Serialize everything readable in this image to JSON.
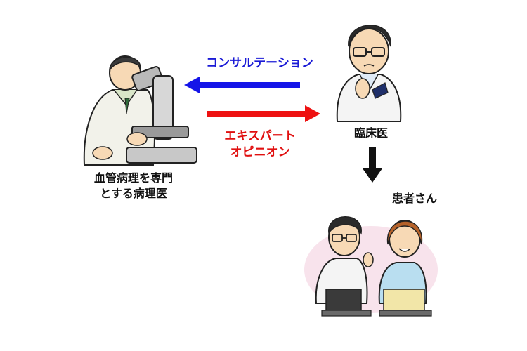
{
  "labels": {
    "consultation": "コンサルテーション",
    "expert_opinion_line1": "エキスパート",
    "expert_opinion_line2": "オピニオン",
    "clinician": "臨床医",
    "pathologist_line1": "血管病理を専門",
    "pathologist_line2": "とする病理医",
    "patient": "患者さん"
  },
  "colors": {
    "consultation_arrow": "#1515e8",
    "expert_arrow": "#ee1111",
    "down_arrow": "#111111",
    "consultation_text": "#1a1ad6",
    "expert_text": "#e01010"
  },
  "figures": {
    "pathologist": "pathologist-microscope-illustration",
    "clinician": "clinician-doctor-illustration",
    "consultation_scene": "doctor-patient-consultation-illustration"
  }
}
